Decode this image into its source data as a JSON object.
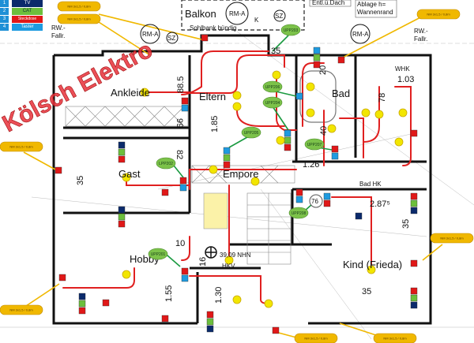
{
  "watermark": "Kölsch Elektro",
  "legend": [
    {
      "num": "1",
      "label": "TV",
      "color": "#0b2a6b"
    },
    {
      "num": "2",
      "label": "CAT",
      "color": "#6cbf3c"
    },
    {
      "num": "3",
      "label": "Steckdose",
      "color": "#e01818"
    },
    {
      "num": "4",
      "label": "Taster",
      "color": "#1e9be0"
    }
  ],
  "rooms": {
    "balkon": "Balkon",
    "ankleide": "Ankleide",
    "eltern": "Eltern",
    "bad": "Bad",
    "gast": "Gast",
    "empore": "Empore",
    "hobby": "Hobby",
    "kind": "Kind (Frieda)",
    "hkv": "HKV"
  },
  "plan_labels": {
    "rm_a": "RM-A",
    "sz": "SZ",
    "k": "K",
    "rw_fallr": [
      "RW.-",
      "Fallr."
    ],
    "sohlbank": "Sohlbank bündig",
    "entl_dach": "Entl.ü.Dach",
    "ablage": [
      "Ablage h=",
      "Wannenrand"
    ],
    "whk": "WHK",
    "bad_hk": "Bad HK",
    "level": "39,09 NHN",
    "dims": [
      "35",
      "88.5",
      "1.85",
      "99",
      "82",
      "35",
      "1.26",
      "2.87⁵",
      "35",
      "35",
      "1.55",
      "1.30",
      "16",
      "10",
      "1.03",
      "20",
      "78",
      "40",
      "76"
    ]
  },
  "green_tags": [
    "UPP203",
    "UPP206",
    "UPP204",
    "UPP205",
    "UPP207",
    "LPP202",
    "UPP208",
    "UPP201"
  ],
  "yellow_tags": [
    "NM 3x1,5 / 0,8m",
    "NM 3x1,5 / 0,8m",
    "NM 3x1,5 / 0,8m",
    "NM 3x1,5 / 0,8m",
    "NM 3x1,5 / 0,8m",
    "NM 3x1,5 / 0,8m",
    "NM 3x1,5 / 0,8m",
    "NM 3x1,5 / 0,8m"
  ],
  "colors": {
    "wire": "#e02020",
    "lamp": "#f2e600",
    "green_tag": "#7cc24a",
    "yellow_tag": "#f0b800"
  }
}
